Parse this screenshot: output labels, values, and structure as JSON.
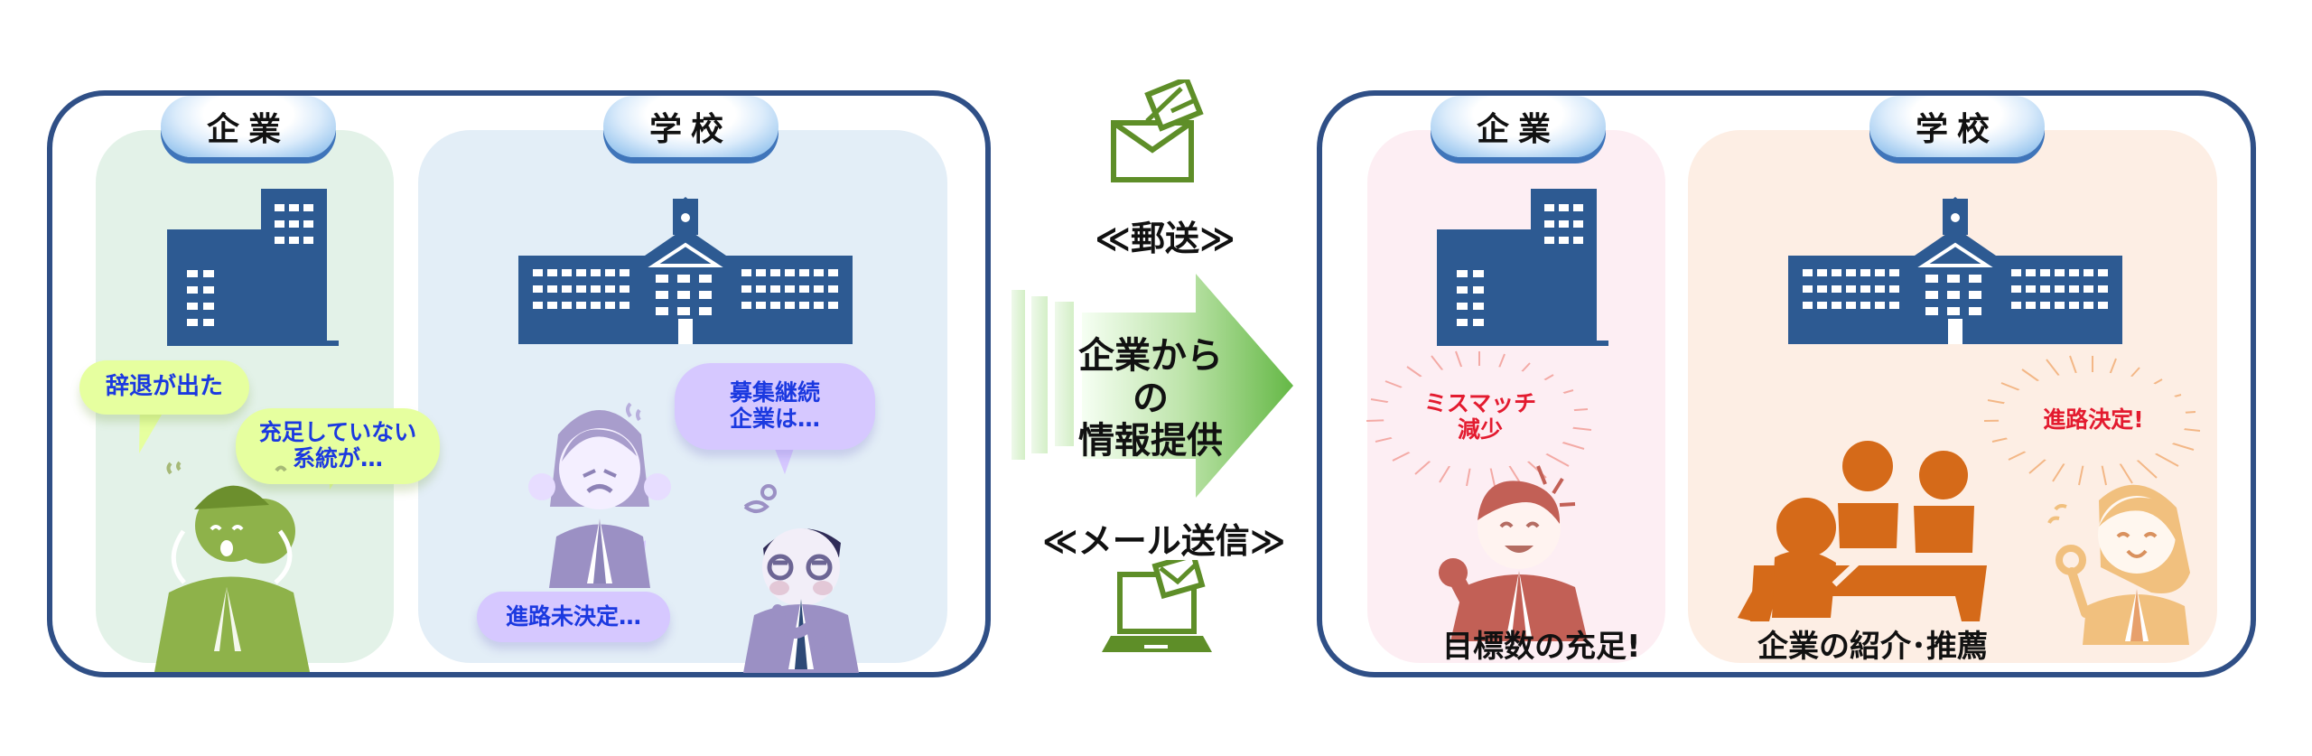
{
  "left_panel": {
    "company_label": "企業",
    "school_label": "学校",
    "bubbles": {
      "resignation": "辞退が出た",
      "not_filled": "充足していない\n系統が…",
      "undecided": "進路未決定…",
      "recruiting": "募集継続\n企業は…"
    }
  },
  "center": {
    "mail_caption": "≪郵送≫",
    "arrow_text": "企業からの\n情報提供",
    "email_caption": "≪メール送信≫"
  },
  "right_panel": {
    "company_label": "企業",
    "school_label": "学校",
    "burst_mismatch": "ミスマッチ\n減少",
    "burst_decided": "進路決定!",
    "target_caption": "目標数の充足!",
    "school_caption": "企業の紹介･推薦"
  },
  "icons": {
    "company_building": "company-building-icon",
    "school_building": "school-building-icon",
    "mail": "mail-icon",
    "laptop_email": "laptop-email-icon"
  },
  "colors": {
    "frame": "#2f4f86",
    "building": "#2d5a92",
    "green_zone": "#e3f2e8",
    "blue_zone": "#e3eef7",
    "pink_zone": "#fdeef3",
    "orange_zone": "#fdeee4",
    "arrow": "#65b846",
    "accent_text": "#1b39e0",
    "alert_text": "#e31b2f",
    "figure_green": "#8eb24a",
    "figure_purple": "#9b90c4",
    "figure_red": "#c26056",
    "figure_orange": "#d56a19"
  }
}
